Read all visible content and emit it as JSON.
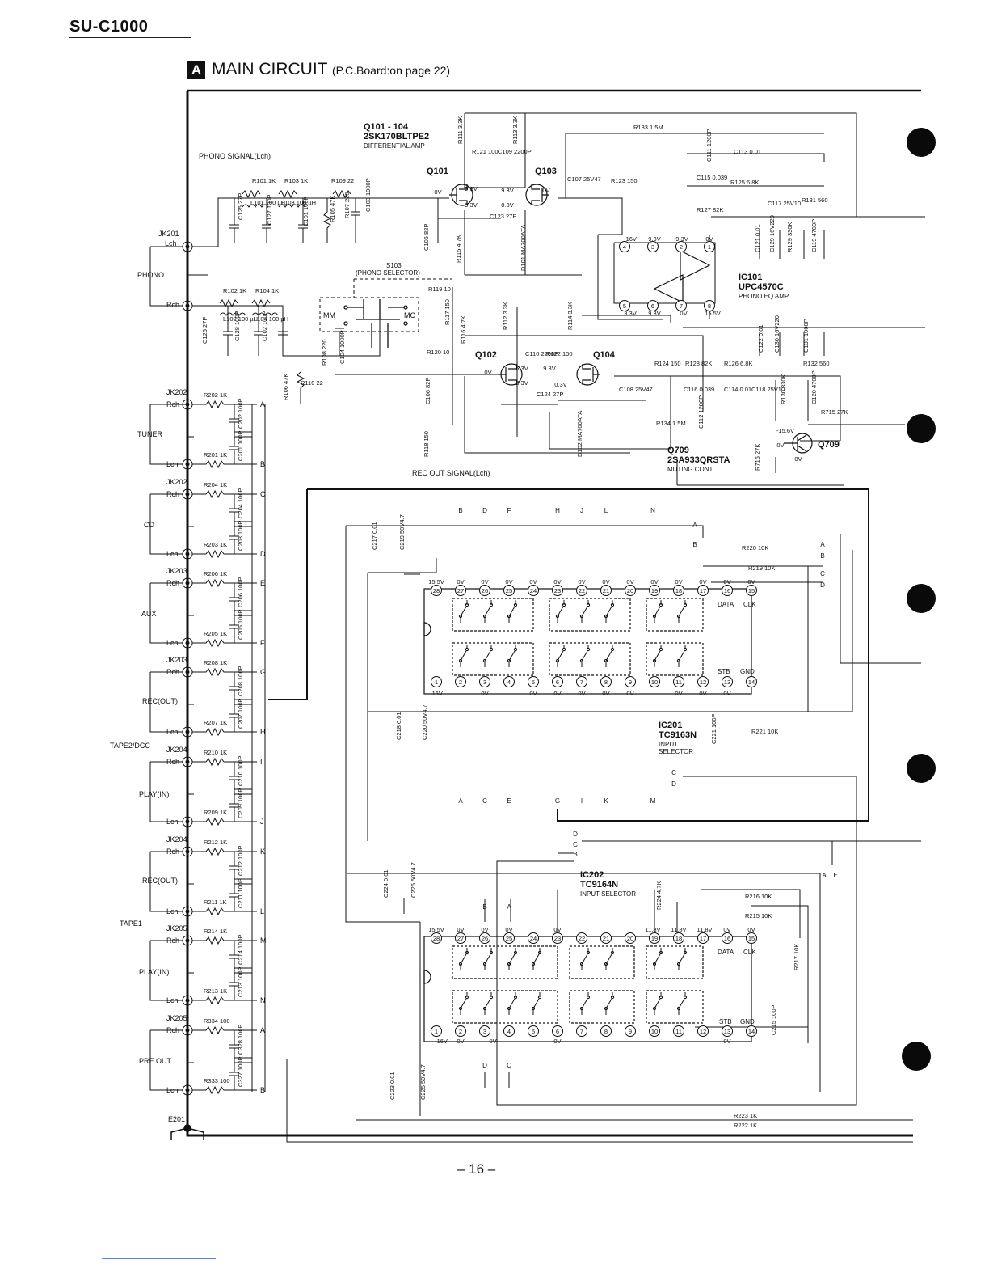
{
  "header": {
    "model": "SU-C1000",
    "section_letter": "A",
    "section_title": "MAIN CIRCUIT",
    "section_sub": "(P.C.Board:on page 22)"
  },
  "page_number": "– 16 –",
  "schematic": {
    "signal_labels": {
      "phono_signal": "PHONO SIGNAL(Lch)",
      "rec_out_signal": "REC OUT SIGNAL(Lch)"
    },
    "jacks": {
      "jk201": "JK201",
      "jk202": "JK202",
      "jk203": "JK203",
      "jk204": "JK204",
      "jk205": "JK205",
      "e201": "E201"
    },
    "sources": {
      "phono": "PHONO",
      "tuner": "TUNER",
      "cd": "CD",
      "aux": "AUX",
      "rec_out": "REC(OUT)",
      "play_in": "PLAY(IN)",
      "tape2": "TAPE2/DCC",
      "tape1": "TAPE1",
      "pre_out": "PRE OUT"
    },
    "channels": {
      "lch": "Lch",
      "rch": "Rch"
    },
    "parts": {
      "q101_104": "Q101 - 104",
      "q101_104_type": "2SK170BLTPE2",
      "q101_104_desc": "DIFFERENTIAL AMP",
      "q101": "Q101",
      "q102": "Q102",
      "q103": "Q103",
      "q104": "Q104",
      "ic101": "IC101",
      "ic101_type": "UPC4570C",
      "ic101_desc": "PHONO EQ AMP",
      "s103": "S103",
      "s103_desc": "(PHONO SELECTOR)",
      "mm": "MM",
      "mc": "MC",
      "q709": "Q709",
      "q709_type": "2SA933QRSTA",
      "q709_desc": "MUTING CONT.",
      "ic201": "IC201",
      "ic201_type": "TC9163N",
      "ic201_desc1": "INPUT",
      "ic201_desc2": "SELECTOR",
      "ic202": "IC202",
      "ic202_type": "TC9164N",
      "ic202_desc": "INPUT SELECTOR"
    },
    "components": [
      "R101 1K",
      "R103 1K",
      "R109 22",
      "L101 100 µH",
      "L103 100 µH",
      "R105 47K",
      "R107 220",
      "C125 27P",
      "C127 100P",
      "C101 100P",
      "C103 1000P",
      "R102 1K",
      "R104 1K",
      "L102 100 µH",
      "L104 100 µH",
      "C126 27P",
      "C128 100P",
      "C102 100P",
      "R108 220",
      "C104 1000P",
      "R110 22",
      "R106 47K",
      "R111 3.3K",
      "R113 3.3K",
      "R121 100",
      "C109 2200P",
      "C107 25V47",
      "R123 150",
      "C123 27P",
      "R115 4.7K",
      "C105 82P",
      "D101 MA700ATA",
      "R133 1.5M",
      "C111 1200P",
      "C113 0.01",
      "C115 0.039",
      "R125 6.8K",
      "R127 82K",
      "C117 25V10",
      "R131 560",
      "C121 0.01",
      "C129 16V220",
      "R129 330K",
      "C119 4700P",
      "R119 10",
      "R117 150",
      "R120 10",
      "R116 4.7K",
      "R112 3.3K",
      "R114 3.3K",
      "C110 2200P",
      "R122 100",
      "C106 82P",
      "C124 27P",
      "C108 25V47",
      "R118 150",
      "D102 MA700ATA",
      "R124 150",
      "R128 82K",
      "R126 6.8K",
      "C116 0.039",
      "C114 0.01",
      "C118 25V10",
      "C112 1200P",
      "R134 1.5M",
      "R132 560",
      "C122 0.01",
      "C130 16V220",
      "C131 1000P",
      "R130 330K",
      "C120 4700P",
      "R715 27K",
      "R716 27K",
      "R202 1K",
      "C202 100P",
      "R201 1K",
      "C201 100P",
      "R204 1K",
      "C204 100P",
      "R203 1K",
      "C203 100P",
      "R206 1K",
      "C206 100P",
      "R205 1K",
      "C205 100P",
      "R208 1K",
      "C208 100P",
      "R207 1K",
      "C207 100P",
      "R210 1K",
      "C210 100P",
      "R209 1K",
      "C209 100P",
      "R212 1K",
      "C212 100P",
      "R211 1K",
      "C211 100P",
      "R214 1K",
      "C214 100P",
      "R213 1K",
      "C213 100P",
      "R334 100",
      "C328 100P",
      "R333 100",
      "C327 100P",
      "C217 0.01",
      "C219 50V4.7",
      "R220 10K",
      "R219 10K",
      "C218 0.01",
      "C220 50V4.7",
      "C221 100P",
      "R221 10K",
      "C224 0.01",
      "C226 50V4.7",
      "R224 4.7K",
      "R216 10K",
      "R215 10K",
      "R217 10K",
      "C215 100P",
      "C223 0.01",
      "C225 50V4.7",
      "R223 1K",
      "R222 1K"
    ],
    "voltages": {
      "v0": "0V",
      "v93": "9.3V",
      "v03": "0.3V",
      "v63": "6.3V",
      "v33": "3.3V",
      "vm16": "-16V",
      "v155": "15.5V",
      "vm156": "-15.6V",
      "v118": "11.8V"
    },
    "ic_labels": {
      "data": "DATA",
      "clk": "CLK",
      "stb": "STB",
      "gnd": "GND"
    },
    "bus_letters": [
      "A",
      "B",
      "C",
      "D",
      "E",
      "F",
      "G",
      "H",
      "I",
      "J",
      "K",
      "L",
      "M",
      "N"
    ]
  }
}
